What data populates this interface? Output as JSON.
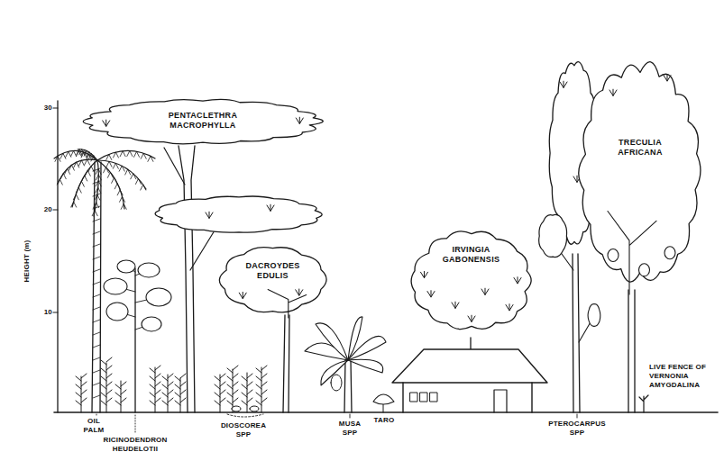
{
  "diagram": {
    "nodes": [
      {
        "text": [
          "PENTACLETHRA MACROPHYLLA"
        ]
      },
      {
        "text": [
          "DACROYDES EDULIS"
        ]
      },
      {
        "text": [
          "IRVINGIA GABONENSIS"
        ]
      },
      {
        "text": [
          "TRECULIA AFRICANA"
        ]
      }
    ],
    "labels": [
      "HEIGHT (m)",
      "30",
      "20",
      "10",
      "OIL PALM",
      "RICINODENDRON HEUDELOTII",
      "DIOSCOREA SPP",
      "MUSA SPP",
      "TARO",
      "PTEROCARPUS SPP",
      "LIVE FENCE OF VERNONIA AMYGDALINA"
    ]
  }
}
